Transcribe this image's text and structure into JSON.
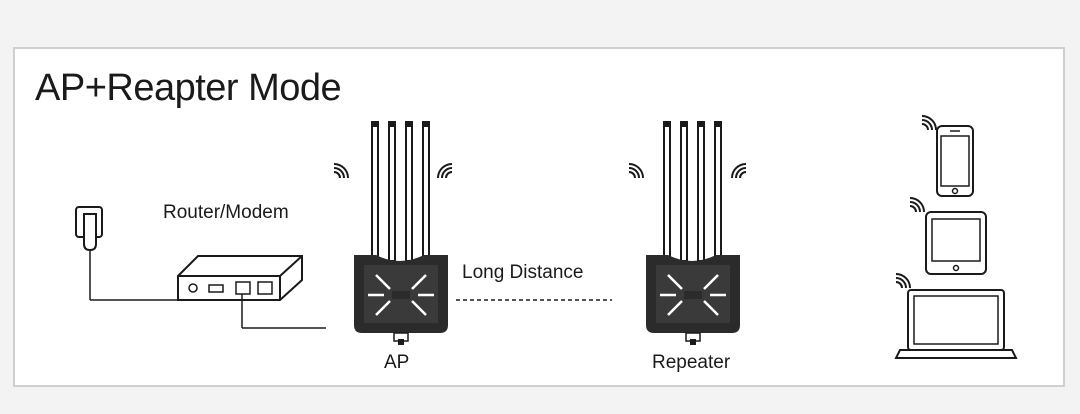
{
  "diagram": {
    "title": "AP+Reapter Mode",
    "labels": {
      "router": "Router/Modem",
      "distance": "Long Distance",
      "ap": "AP",
      "repeater": "Repeater"
    }
  },
  "icons": [
    "power-plug-icon",
    "router-modem-icon",
    "access-point-icon",
    "wifi-signal-icon",
    "smartphone-icon",
    "tablet-icon",
    "laptop-icon"
  ],
  "colors": {
    "line": "#1a1a1a",
    "device_body": "#2b2b2b",
    "frame_border": "#cfcfcf",
    "background": "#ffffff"
  }
}
